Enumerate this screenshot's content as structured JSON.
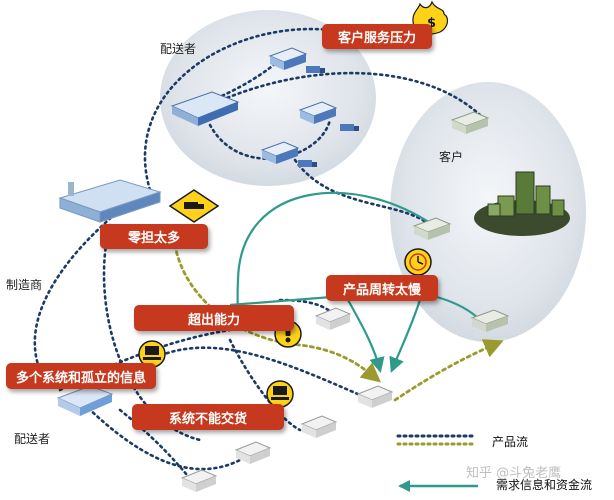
{
  "regions": {
    "distributor_top": "配送者",
    "customer": "客户",
    "manufacturer": "制造商",
    "distributor_bottom": "配送者"
  },
  "callouts": {
    "customer_service_pressure": "客户服务压力",
    "too_many_parts": "零担太多",
    "over_capacity": "超出能力",
    "slow_turnover": "产品周转太慢",
    "isolated_systems": "多个系统和孤立的信息",
    "system_cannot_deliver": "系统不能交货"
  },
  "legend": {
    "product_flow": "产品流",
    "demand_info_funds_flow": "需求信息和资金流"
  },
  "colors": {
    "callout": "#c6391e",
    "product_flow_navy": "#1c3a66",
    "product_flow_olive": "#9a9a2e",
    "demand_flow_teal": "#2f9a8c",
    "region_fill": "#dde3ea"
  },
  "icons": [
    "fire-dollar-icon",
    "truck-warning-icon",
    "clock-icon",
    "exclamation-icon",
    "computer-icon",
    "computer-icon"
  ],
  "watermark": "知乎 @斗兔老鹰"
}
